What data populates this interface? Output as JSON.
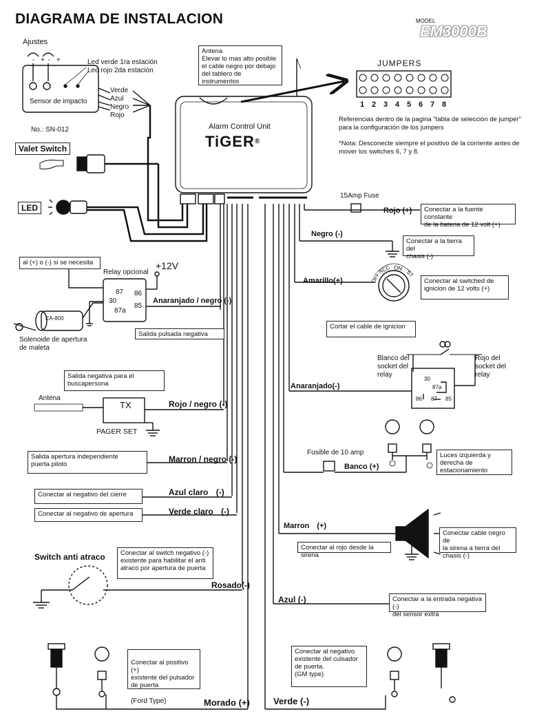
{
  "title": "DIAGRAMA DE INSTALACION",
  "model": {
    "label": "MODEL",
    "name": "EM3000B"
  },
  "shock_sensor": {
    "ajustes": "Ajustes",
    "minus": "-",
    "plus": "+",
    "led_green": "Led verde 1ra estación",
    "led_red": "Led rojo 2da estación",
    "name": "Sensor de impacto",
    "part_no": "No.: SN-012",
    "wires": [
      "Verde",
      "Azul",
      "Negro",
      "Rojo"
    ]
  },
  "valet_switch": "Valet Switch",
  "led": "LED",
  "antenna_note": "Antena\nElevar lo mas alto posible\nel cable negro por debajo\ndel tablero de instrumentos",
  "control_unit": {
    "name": "Alarm Control Unit",
    "brand": "TiGER",
    "registered": "®"
  },
  "jumpers": {
    "title": "JUMPERS",
    "numbers": [
      "1",
      "2",
      "3",
      "4",
      "5",
      "6",
      "7",
      "8"
    ],
    "note1": "Referencias dentro de la pagina \"tabla de selección de jumper\"\npara la configuración de los jumpers",
    "note2": "*Nota: Desconecte siempre el positivo de la corriente antes de\nmover los switches 6, 7 y 8."
  },
  "relay_section": {
    "note": "al (+) o (-) si se necesita",
    "relay_title": "Relay opcional",
    "pins": {
      "p87": "87",
      "p86": "86",
      "p30": "30",
      "p87a": "87a",
      "p85": "85"
    },
    "v12": "+12V",
    "trunk_part": "EA-800",
    "trunk_label": "Solenoide de apertura\nde maleta",
    "wire": "Anaranjado / negro",
    "wire_pol": "(-)",
    "output": "Salida pulsada negativa"
  },
  "pager": {
    "note": "Salida negativa para el\nbuscapersona",
    "antena": "Antena",
    "tx": "TX",
    "set": "PAGER SET",
    "wire": "Rojo / negro",
    "wire_pol": "(-)"
  },
  "left_wires": [
    {
      "box": "Salida apertura independiente\npuerta piloto",
      "label": "Marron / negro",
      "pol": "(-)"
    },
    {
      "box": "Conectar al negativo del cierre",
      "label": "Azul claro",
      "pol": "(-)"
    },
    {
      "box": "Conectar al negativo de apertura",
      "label": "Verde claro",
      "pol": "(-)"
    }
  ],
  "anti_theft": {
    "title": "Switch anti atraco",
    "box": "Conectar al switch negativo (-)\nexistente para habilitar el anti\natraco por apertura de puerta",
    "label": "Rosado",
    "pol": "(-)"
  },
  "ford": {
    "box": "Conectar al positivo (+)\nexistente del pulsador\nde puerta",
    "type": "(Ford Type)",
    "label": "Morado",
    "pol": "(+)"
  },
  "gm": {
    "box": "Conectar al negativo\nexistente del culsador\nde puerta.\n(GM type)",
    "label": "Verde",
    "pol": "(-)"
  },
  "power": {
    "fuse": "15Amp Fuse",
    "rojo": "Rojo",
    "rojo_pol": "(+)",
    "rojo_box": "Conectar a la fuente constante\nde la bateria de 12 volt (+)",
    "negro": "Negro",
    "negro_pol": "(-)",
    "negro_box": "Conectar a la tierra del\nchasis (-)",
    "amarillo": "Amarillo",
    "amarillo_pol": "(+)",
    "amarillo_box": "Conectar al switched de\nignicion de 12 volts (+)",
    "ign_positions": [
      "OFF",
      "ACC",
      "ON",
      "ST"
    ]
  },
  "starter_kill": {
    "cut": "Cortar el cable de ignicion",
    "white": "Blanco del\nsocket del\nrelay",
    "red": "Rojo del\nsocket del\nrelay",
    "label": "Anaranjado",
    "pol": "(-)",
    "pins": {
      "p30": "30",
      "p87a": "87a",
      "p86": "86",
      "p87": "87",
      "p85": "85"
    }
  },
  "lights": {
    "fuse": "Fusible de 10 amp",
    "label": "Banco",
    "pol": "(+)",
    "box": "Luces izquierda y\nderecha de\nestacionamiento"
  },
  "siren": {
    "label": "Marron",
    "pol": "(+)",
    "red_box": "Conectar al rojo desde la sirena",
    "black_box": "Conectar cable negro de\nla sirena a tierra del\nchasis (-)"
  },
  "extra_sensor": {
    "label": "Azul",
    "pol": "(-)",
    "box": "Conectar a la entrada negativa (-)\ndel sensor extra"
  }
}
